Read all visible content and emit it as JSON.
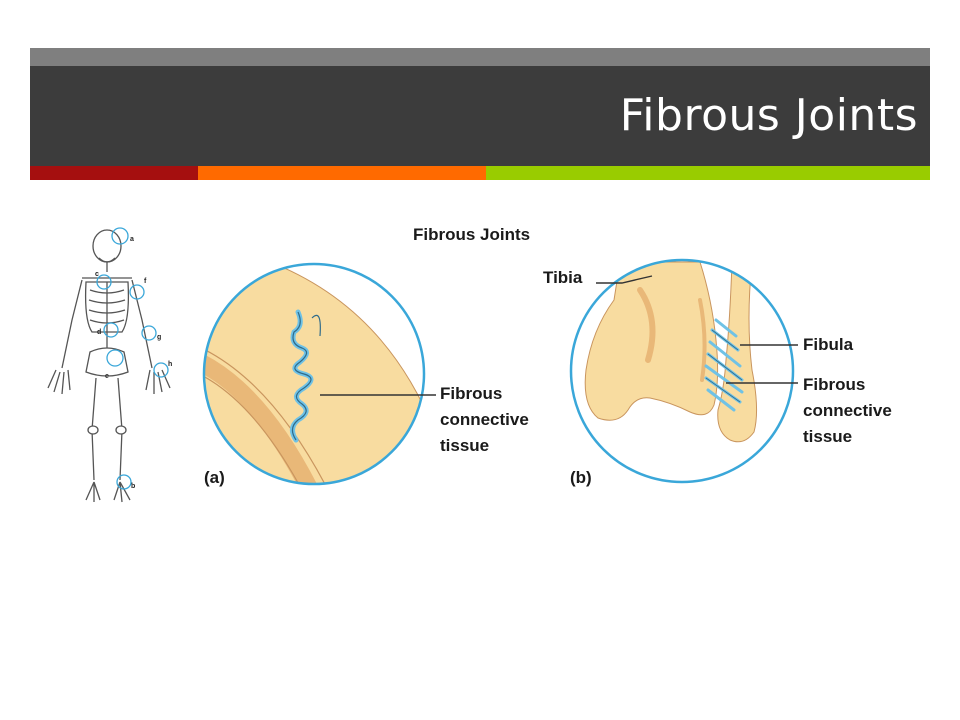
{
  "slide": {
    "title": "Fibrous Joints",
    "colors": {
      "top_strip": "#7f7f7f",
      "title_bar": "#3c3c3c",
      "accent_red": "#a50f0f",
      "accent_orange": "#ff6a00",
      "accent_green": "#99cc00"
    }
  },
  "figure": {
    "heading": "Fibrous Joints",
    "skeleton_labels": [
      "a",
      "b",
      "c",
      "d",
      "e",
      "f",
      "g",
      "h"
    ],
    "panel_a": {
      "letter": "(a)",
      "label_lines": [
        "Fibrous",
        "connective",
        "tissue"
      ]
    },
    "panel_b": {
      "letter": "(b)",
      "tibia_label": "Tibia",
      "fibula_label": "Fibula",
      "tissue_label_lines": [
        "Fibrous",
        "connective",
        "tissue"
      ]
    },
    "colors": {
      "bone": "#f8dca0",
      "bone_shadow": "#e9b878",
      "tissue": "#6fc2e6",
      "circle_outline": "#3aa7d9"
    }
  }
}
